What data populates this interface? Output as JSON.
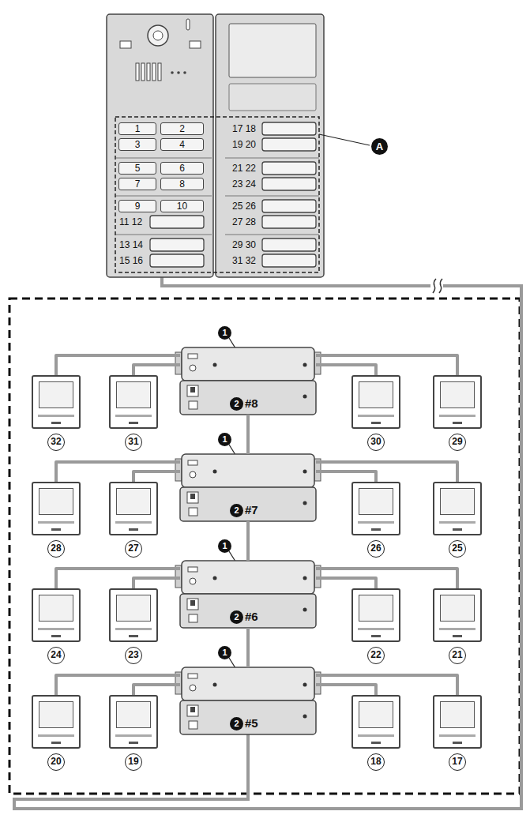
{
  "diagram": {
    "nodes": [
      {
        "text": [
          "32"
        ]
      },
      {
        "text": [
          "31"
        ]
      },
      {
        "text": [
          "#8"
        ]
      },
      {
        "text": [
          "30"
        ]
      },
      {
        "text": [
          "29"
        ]
      },
      {
        "text": [
          "28"
        ]
      },
      {
        "text": [
          "27"
        ]
      },
      {
        "text": [
          "#7"
        ]
      },
      {
        "text": [
          "26"
        ]
      },
      {
        "text": [
          "25"
        ]
      },
      {
        "text": [
          "24"
        ]
      },
      {
        "text": [
          "23"
        ]
      },
      {
        "text": [
          "#6"
        ]
      },
      {
        "text": [
          "22"
        ]
      },
      {
        "text": [
          "21"
        ]
      },
      {
        "text": [
          "20"
        ]
      },
      {
        "text": [
          "19"
        ]
      },
      {
        "text": [
          "#5"
        ]
      },
      {
        "text": [
          "18"
        ]
      },
      {
        "text": [
          "17"
        ]
      }
    ],
    "edges": [
      {
        "from": 2,
        "to": 0,
        "arrow": "none"
      },
      {
        "from": 2,
        "to": 1,
        "arrow": "none"
      },
      {
        "from": 2,
        "to": 3,
        "arrow": "none"
      },
      {
        "from": 2,
        "to": 4,
        "arrow": "none"
      },
      {
        "from": 7,
        "to": 5,
        "arrow": "none"
      },
      {
        "from": 7,
        "to": 6,
        "arrow": "none"
      },
      {
        "from": 7,
        "to": 8,
        "arrow": "none"
      },
      {
        "from": 7,
        "to": 9,
        "arrow": "none"
      },
      {
        "from": 12,
        "to": 10,
        "arrow": "none"
      },
      {
        "from": 12,
        "to": 11,
        "arrow": "none"
      },
      {
        "from": 12,
        "to": 13,
        "arrow": "none"
      },
      {
        "from": 12,
        "to": 14,
        "arrow": "none"
      },
      {
        "from": 17,
        "to": 15,
        "arrow": "none"
      },
      {
        "from": 17,
        "to": 16,
        "arrow": "none"
      },
      {
        "from": 17,
        "to": 18,
        "arrow": "none"
      },
      {
        "from": 17,
        "to": 19,
        "arrow": "none"
      },
      {
        "from": 2,
        "to": 7,
        "arrow": "none"
      },
      {
        "from": 7,
        "to": 12,
        "arrow": "none"
      },
      {
        "from": 12,
        "to": 17,
        "arrow": "none"
      }
    ],
    "labels": [
      "1",
      "2",
      "3",
      "4",
      "5",
      "6",
      "7",
      "8",
      "9",
      "10",
      "11 12",
      "13 14",
      "15 16",
      "17 18",
      "19 20",
      "21 22",
      "23 24",
      "25 26",
      "27 28",
      "29 30",
      "31 32",
      "A",
      "1",
      "2",
      "1",
      "2",
      "1",
      "2",
      "1",
      "2"
    ]
  }
}
